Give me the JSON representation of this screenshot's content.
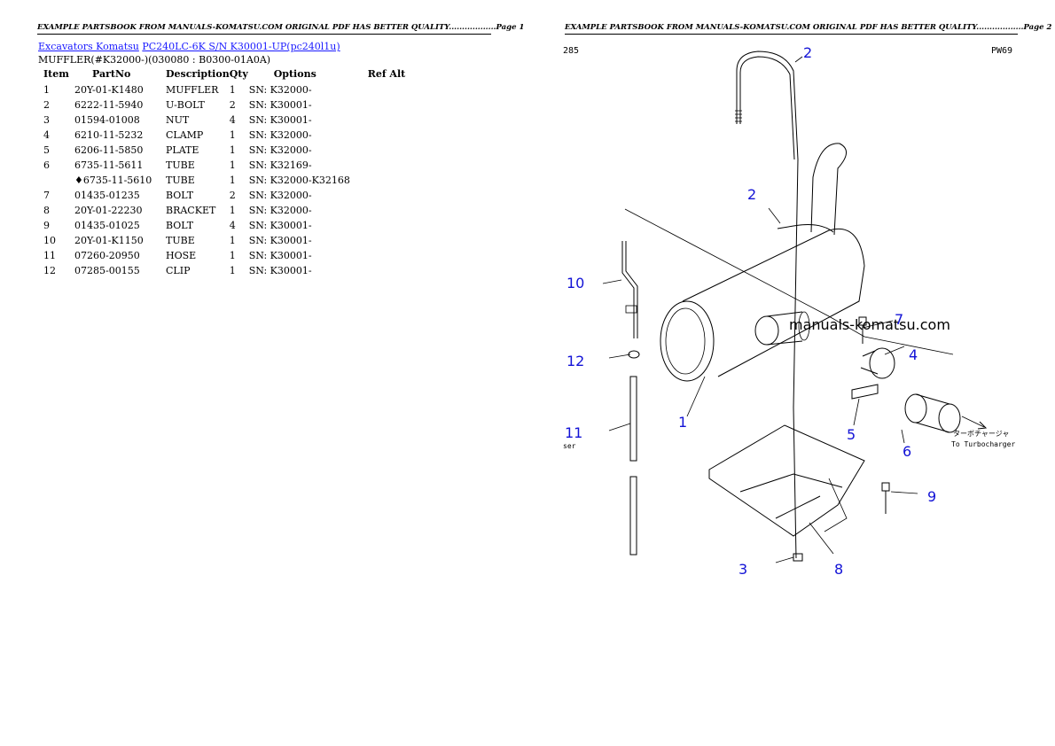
{
  "page1": {
    "header": "EXAMPLE PARTSBOOK FROM MANUALS-KOMATSU.COM ORIGINAL PDF HAS BETTER QUALITY..................Page 1",
    "breadcrumb": [
      {
        "label": "Excavators Komatsu"
      },
      {
        "label": "PC240LC-6K S/N K30001-UP(pc240l1u)"
      }
    ],
    "subtitle": "MUFFLER(#K32000-)(030080 : B0300-01A0A)",
    "columns": [
      "Item",
      "PartNo",
      "Description",
      "Qty",
      "Options",
      "Ref Alt"
    ],
    "rows": [
      {
        "item": "1",
        "partno": "20Y-01-K1480",
        "desc": "MUFFLER",
        "qty": "1",
        "options": "SN: K32000-",
        "ref": ""
      },
      {
        "item": "2",
        "partno": "6222-11-5940",
        "desc": "U-BOLT",
        "qty": "2",
        "options": "SN: K30001-",
        "ref": ""
      },
      {
        "item": "3",
        "partno": "01594-01008",
        "desc": "NUT",
        "qty": "4",
        "options": "SN: K30001-",
        "ref": ""
      },
      {
        "item": "4",
        "partno": "6210-11-5232",
        "desc": "CLAMP",
        "qty": "1",
        "options": "SN: K32000-",
        "ref": ""
      },
      {
        "item": "5",
        "partno": "6206-11-5850",
        "desc": "PLATE",
        "qty": "1",
        "options": "SN: K32000-",
        "ref": ""
      },
      {
        "item": "6",
        "partno": "6735-11-5611",
        "desc": "TUBE",
        "qty": "1",
        "options": "SN: K32169-",
        "ref": ""
      },
      {
        "item": "",
        "partno": "♦6735-11-5610",
        "desc": "TUBE",
        "qty": "1",
        "options": "SN: K32000-K32168",
        "ref": ""
      },
      {
        "item": "7",
        "partno": "01435-01235",
        "desc": "BOLT",
        "qty": "2",
        "options": "SN: K32000-",
        "ref": ""
      },
      {
        "item": "8",
        "partno": "20Y-01-22230",
        "desc": "BRACKET",
        "qty": "1",
        "options": "SN: K32000-",
        "ref": ""
      },
      {
        "item": "9",
        "partno": "01435-01025",
        "desc": "BOLT",
        "qty": "4",
        "options": "SN: K30001-",
        "ref": ""
      },
      {
        "item": "10",
        "partno": "20Y-01-K1150",
        "desc": "TUBE",
        "qty": "1",
        "options": "SN: K30001-",
        "ref": ""
      },
      {
        "item": "11",
        "partno": "07260-20950",
        "desc": "HOSE",
        "qty": "1",
        "options": "SN: K30001-",
        "ref": ""
      },
      {
        "item": "12",
        "partno": "07285-00155",
        "desc": "CLIP",
        "qty": "1",
        "options": "SN: K30001-",
        "ref": ""
      }
    ]
  },
  "page2": {
    "header": "EXAMPLE PARTSBOOK FROM MANUALS-KOMATSU.COM ORIGINAL PDF HAS BETTER QUALITY..................Page 2",
    "corner_left": "285",
    "corner_right": "PW69",
    "watermark": "manuals-komatsu.com",
    "callouts": [
      "2",
      "2",
      "10",
      "7",
      "4",
      "12",
      "1",
      "11",
      "5",
      "6",
      "9",
      "3",
      "8"
    ],
    "note_jp": "ターボチャージャ",
    "note_en": "To Turbocharger",
    "note_left": "ser"
  },
  "colors": {
    "callout": "#1212d6",
    "link": "#1a1aff"
  }
}
